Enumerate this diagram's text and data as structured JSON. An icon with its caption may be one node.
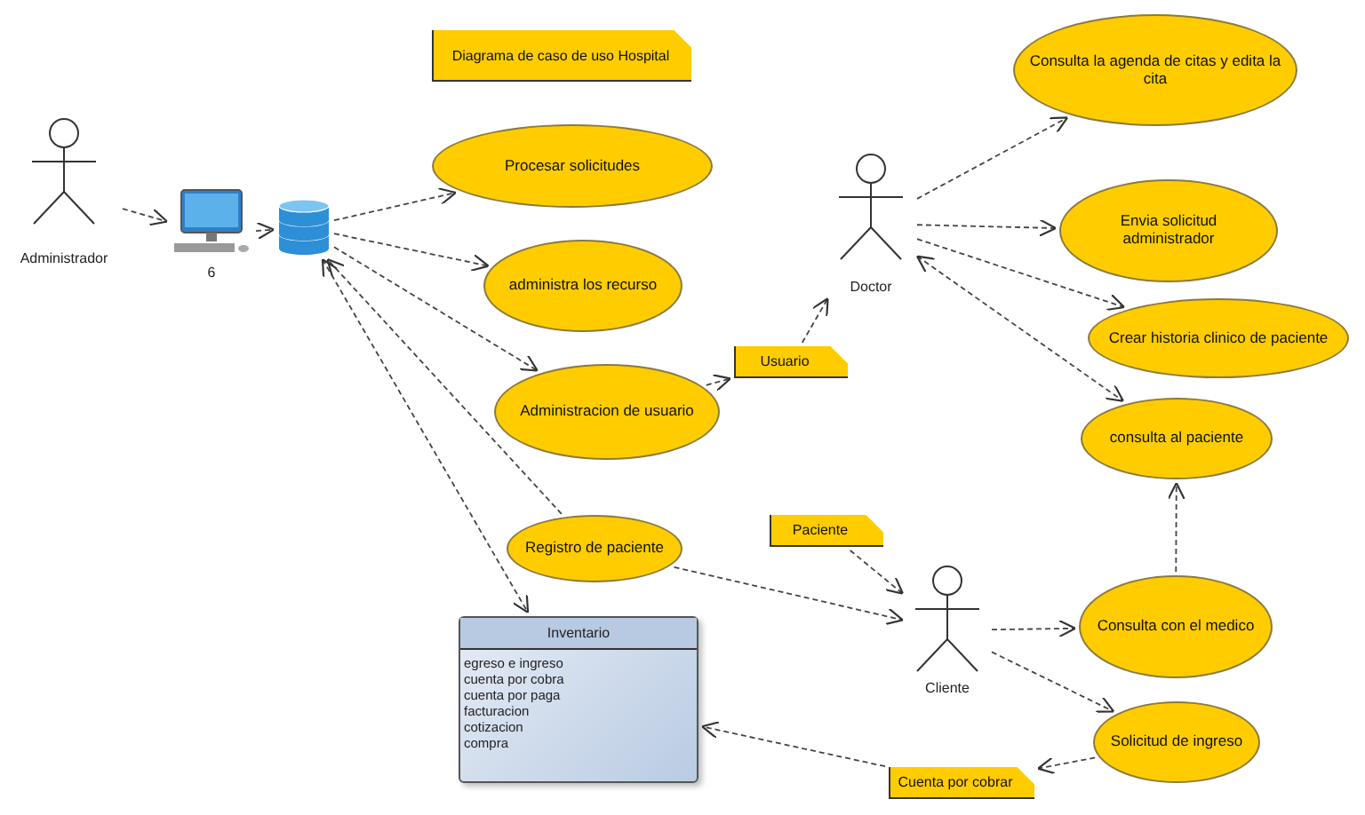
{
  "diagram": {
    "title": "Diagrama de caso de uso Hospital",
    "nodes": [
      {
        "text": [
          "Administrador"
        ]
      },
      {
        "text": [],
        "shape": "picture",
        "beside": [
          "6"
        ]
      },
      {
        "text": [],
        "shape": "cylinder"
      },
      {
        "text": [
          "Procesar solicitudes"
        ]
      },
      {
        "text": [
          "administra los recurso"
        ]
      },
      {
        "text": [
          "Administracion de usuario"
        ]
      },
      {
        "text": [
          "Usuario"
        ]
      },
      {
        "text": [
          "Doctor"
        ]
      },
      {
        "text": [
          "Consulta la agenda de citas y edita la cita"
        ]
      },
      {
        "text": [
          "Envia solicitud administrador"
        ]
      },
      {
        "text": [
          "Crear historia clinico de paciente"
        ]
      },
      {
        "text": [
          "consulta al paciente"
        ]
      },
      {
        "text": [
          "Registro de paciente"
        ]
      },
      {
        "text": [
          "Paciente"
        ]
      },
      {
        "text": [
          "Cliente"
        ]
      },
      {
        "text": [
          "Consulta con el medico"
        ]
      },
      {
        "text": [
          "Solicitud de ingreso"
        ]
      },
      {
        "text": [
          "Cuenta por cobrar"
        ]
      },
      {
        "text": [
          "Inventario",
          "egreso e ingreso",
          "cuenta por cobra",
          "cuenta por paga",
          "facturacion",
          "cotizacion",
          "compra"
        ]
      }
    ],
    "edges": [
      {
        "from": 0,
        "to": 1,
        "arrow": "to",
        "style": "dashed"
      },
      {
        "from": 1,
        "to": 2,
        "arrow": "to",
        "style": "dashed"
      },
      {
        "from": 2,
        "to": 3,
        "arrow": "to",
        "style": "dashed"
      },
      {
        "from": 2,
        "to": 4,
        "arrow": "to",
        "style": "dashed"
      },
      {
        "from": 2,
        "to": 5,
        "arrow": "to",
        "style": "dashed"
      },
      {
        "from": 12,
        "to": 2,
        "arrow": "to",
        "style": "dashed"
      },
      {
        "from": 2,
        "to": 18,
        "arrow": "both",
        "style": "dashed"
      },
      {
        "from": 5,
        "to": 6,
        "arrow": "to",
        "style": "dashed"
      },
      {
        "from": 6,
        "to": 7,
        "arrow": "to",
        "style": "dashed"
      },
      {
        "from": 7,
        "to": 8,
        "arrow": "to",
        "style": "dashed"
      },
      {
        "from": 7,
        "to": 9,
        "arrow": "to",
        "style": "dashed"
      },
      {
        "from": 7,
        "to": 10,
        "arrow": "to",
        "style": "dashed"
      },
      {
        "from": 7,
        "to": 11,
        "arrow": "both",
        "style": "dashed"
      },
      {
        "from": 12,
        "to": 14,
        "arrow": "to",
        "style": "dashed"
      },
      {
        "from": 13,
        "to": 14,
        "arrow": "to",
        "style": "dashed"
      },
      {
        "from": 14,
        "to": 15,
        "arrow": "to",
        "style": "dashed"
      },
      {
        "from": 15,
        "to": 11,
        "arrow": "to",
        "style": "dashed"
      },
      {
        "from": 14,
        "to": 16,
        "arrow": "to",
        "style": "dashed"
      },
      {
        "from": 16,
        "to": 17,
        "arrow": "to",
        "style": "dashed"
      },
      {
        "from": 17,
        "to": 18,
        "arrow": "to",
        "style": "dashed"
      }
    ]
  }
}
